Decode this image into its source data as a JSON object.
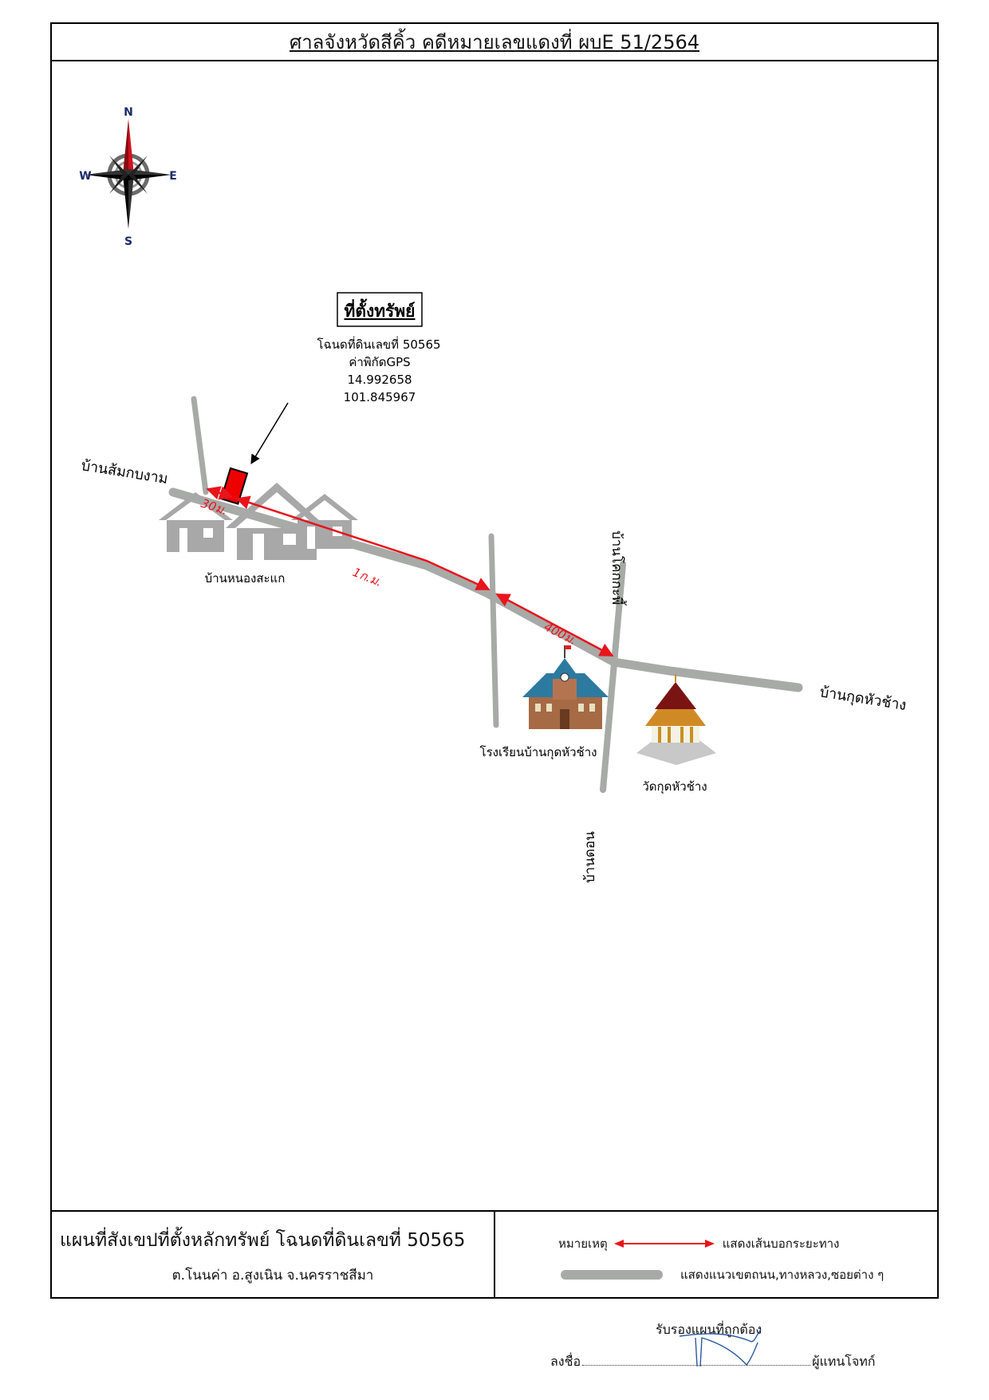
{
  "header": {
    "title": "ศาลจังหวัดสีคิ้ว คดีหมายเลขแดงที่ ผบE 51/2564"
  },
  "compass": {
    "n": "N",
    "s": "S",
    "e": "E",
    "w": "W"
  },
  "property": {
    "heading": "ที่ตั้งทรัพย์",
    "deed": "โฉนดที่ดินเลขที่ 50565",
    "gps_label": "ค่าพิกัดGPS",
    "lat": "14.992658",
    "lng": "101.845967",
    "marker_color": "#ee0000"
  },
  "places": {
    "west": "บ้านส้มกบงาม",
    "village": "บ้านหนองสะแก",
    "north": "บ้านโคกกะพี้",
    "east": "บ้านกุดหัวช้าง",
    "south": "บ้านดอน",
    "school": "โรงเรียนบ้านกุดหัวช้าง",
    "temple": "วัดกุดหัวช้าง"
  },
  "distances": {
    "d1": "30ม.",
    "d2": "1ก.ม.",
    "d3": "400ม."
  },
  "footer": {
    "title": "แผนที่สังเขปที่ตั้งหลักทรัพย์ โฉนดที่ดินเลขที่ 50565",
    "location": "ต.โนนค่า  อ.สูงเนิน  จ.นครราชสีมา",
    "legend_label": "หมายเหตุ",
    "legend_arrow_text": "แสดงเส้นบอกระยะทาง",
    "legend_road_text": "แสดงแนวเขตถนน,ทางหลวง,ซอยต่าง ๆ"
  },
  "signature": {
    "certify": "รับรองแผนที่ถูกต้อง",
    "sign_prefix": "ลงชื่อ",
    "sign_suffix": "ผู้แทนโจทก์"
  },
  "colors": {
    "road": "#a7aaa7",
    "arrow": "#e8141b",
    "house": "#a8a8a8"
  }
}
